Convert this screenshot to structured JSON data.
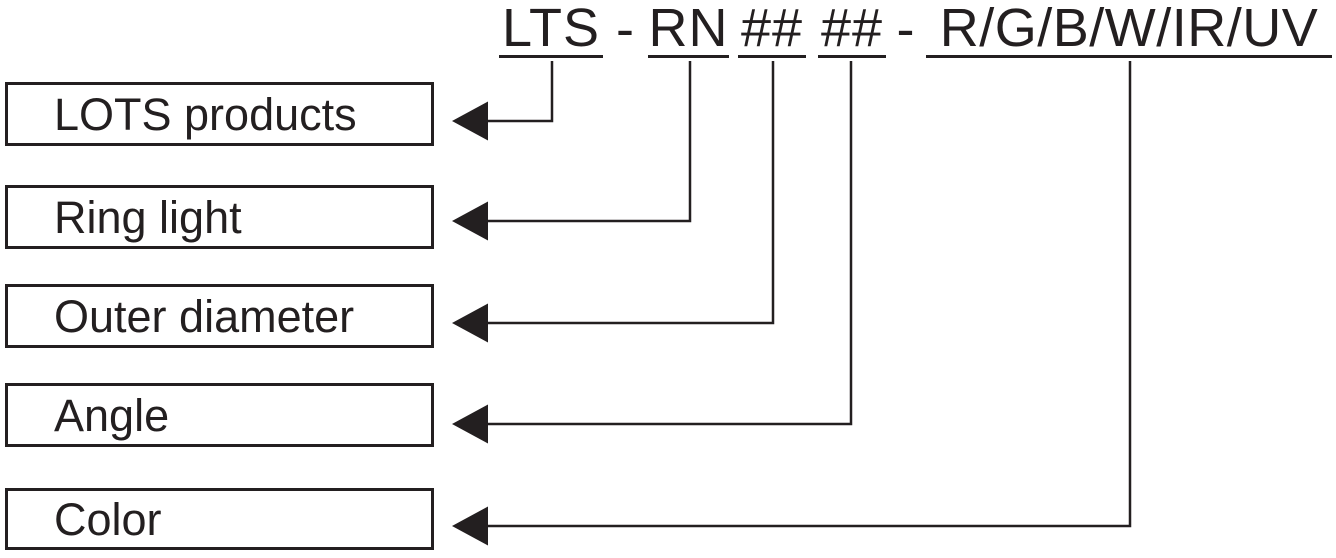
{
  "code": {
    "separator": "-",
    "segments": [
      {
        "text": "LTS",
        "meaning": "LOTS products"
      },
      {
        "text": "RN",
        "meaning": "Ring light"
      },
      {
        "text": "##",
        "meaning": "Outer diameter"
      },
      {
        "text": "##",
        "meaning": "Angle"
      },
      {
        "text": "R/G/B/W/IR/UV",
        "meaning": "Color"
      }
    ]
  },
  "colors": {
    "ink": "#231f20",
    "bg": "#ffffff"
  }
}
